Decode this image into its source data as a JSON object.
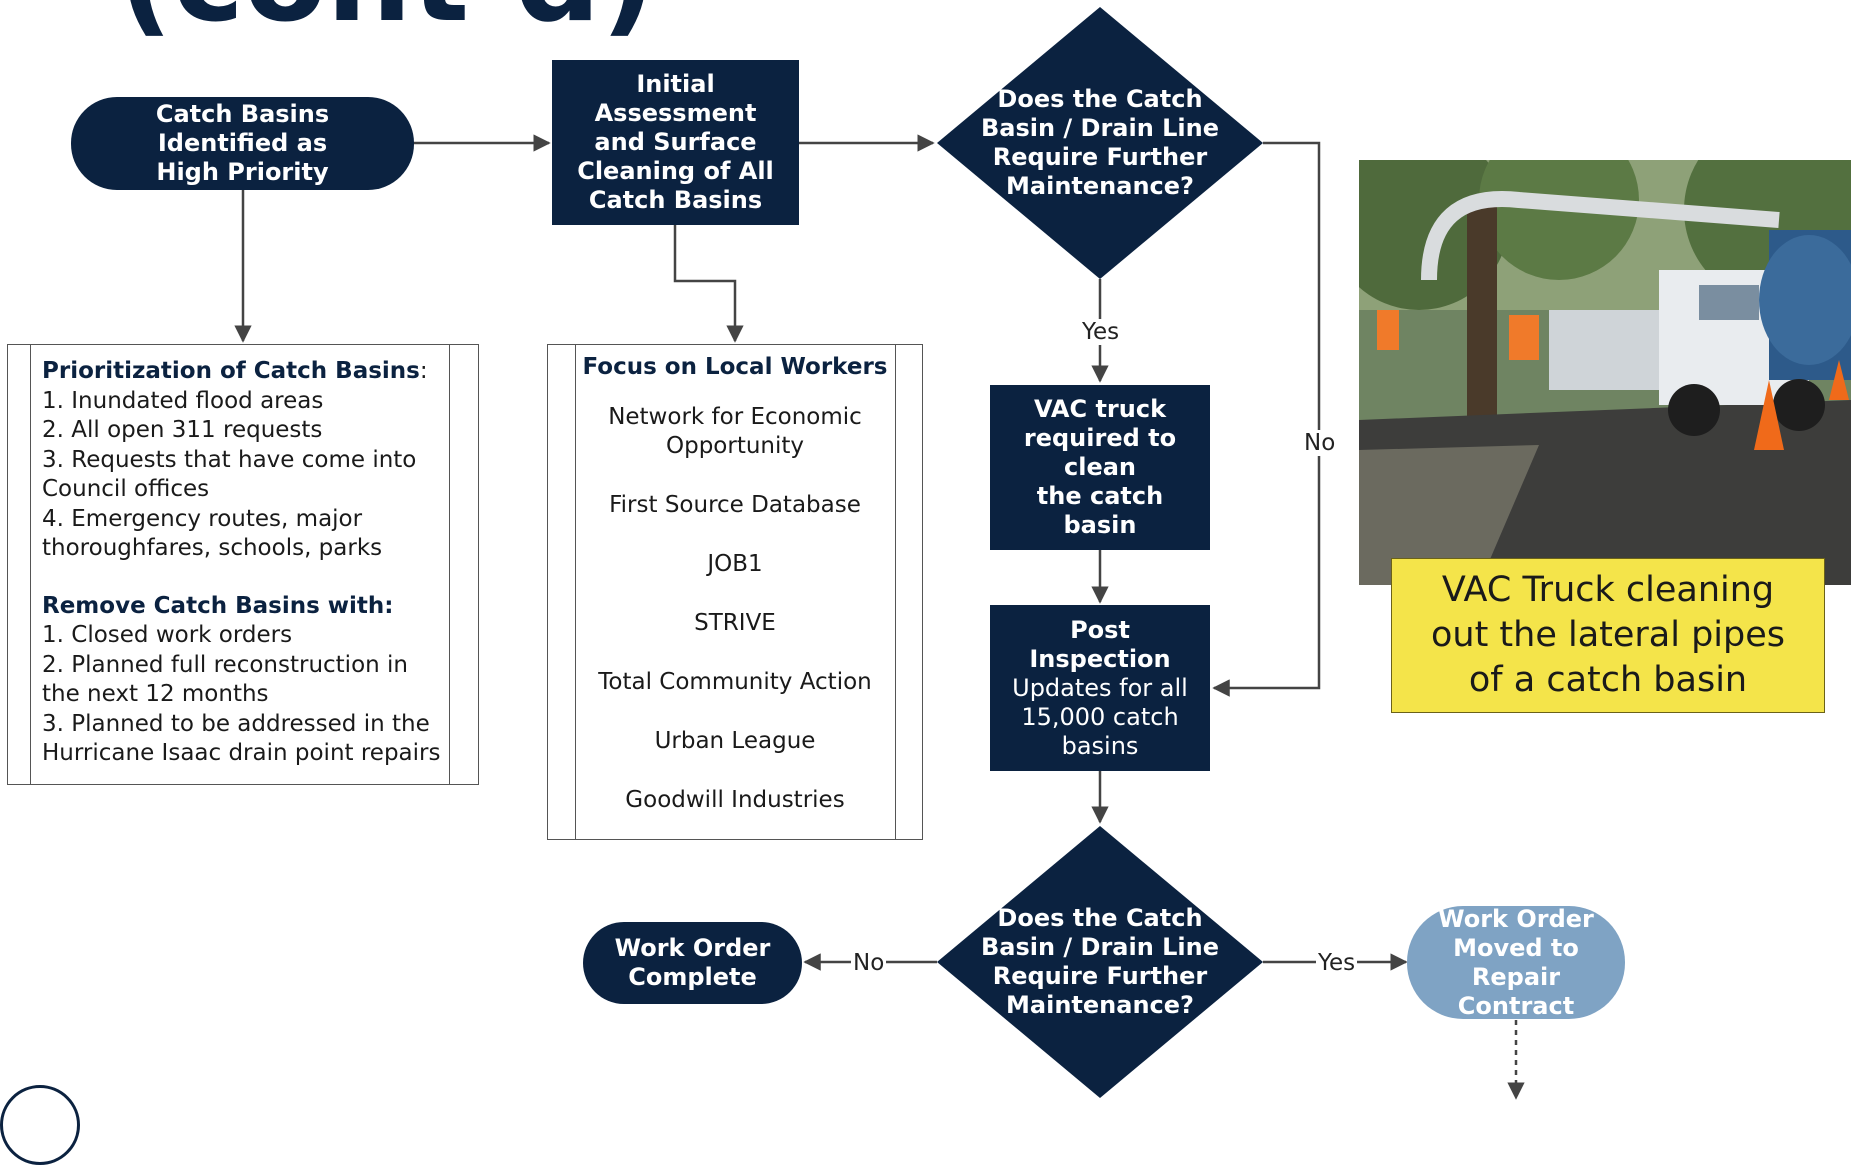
{
  "title_fragment": "(cont’d)",
  "nodes": {
    "high_priority": [
      "Catch Basins Identified as",
      "High Priority"
    ],
    "initial_assessment": [
      "Initial Assessment",
      "and Surface",
      "Cleaning of All",
      "Catch Basins"
    ],
    "decision_1": [
      "Does the Catch",
      "Basin / Drain Line",
      "Require Further",
      "Maintenance?"
    ],
    "vac_truck": [
      "VAC truck",
      "required to clean",
      "the catch basin"
    ],
    "post_inspection_title": "Post Inspection",
    "post_inspection_body": [
      "Updates for all",
      "15,000 catch",
      "basins"
    ],
    "decision_2": [
      "Does the Catch",
      "Basin / Drain Line",
      "Require Further",
      "Maintenance?"
    ],
    "work_order_complete": [
      "Work Order",
      "Complete"
    ],
    "repair_contract": [
      "Work Order",
      "Moved to Repair",
      "Contract"
    ]
  },
  "edge_labels": {
    "d1_yes": "Yes",
    "d1_no": "No",
    "d2_no": "No",
    "d2_yes": "Yes"
  },
  "prioritization": {
    "heading": "Prioritization of Catch Basins",
    "heading_suffix": ":",
    "items": [
      "1. Inundated flood areas",
      "2. All open 311 requests",
      "3. Requests that have come into Council offices",
      "4. Emergency routes, major thoroughfares, schools, parks"
    ],
    "remove_heading": "Remove Catch Basins with:",
    "remove_items": [
      "1. Closed work orders",
      "2. Planned full reconstruction in the next 12 months",
      "3. Planned to be addressed in the Hurricane Isaac drain point repairs"
    ]
  },
  "workers": {
    "heading": "Focus on Local Workers",
    "items": [
      "Network for Economic Opportunity",
      "First Source Database",
      "JOB1",
      "STRIVE",
      "Total Community Action",
      "Urban League",
      "Goodwill Industries"
    ]
  },
  "photo_caption": "VAC Truck cleaning out the lateral pipes of a catch basin",
  "colors": {
    "navy": "#0b2240",
    "light_blue": "#7fa3c4",
    "caption_yellow": "#f4e44a",
    "arrow": "#444444"
  }
}
